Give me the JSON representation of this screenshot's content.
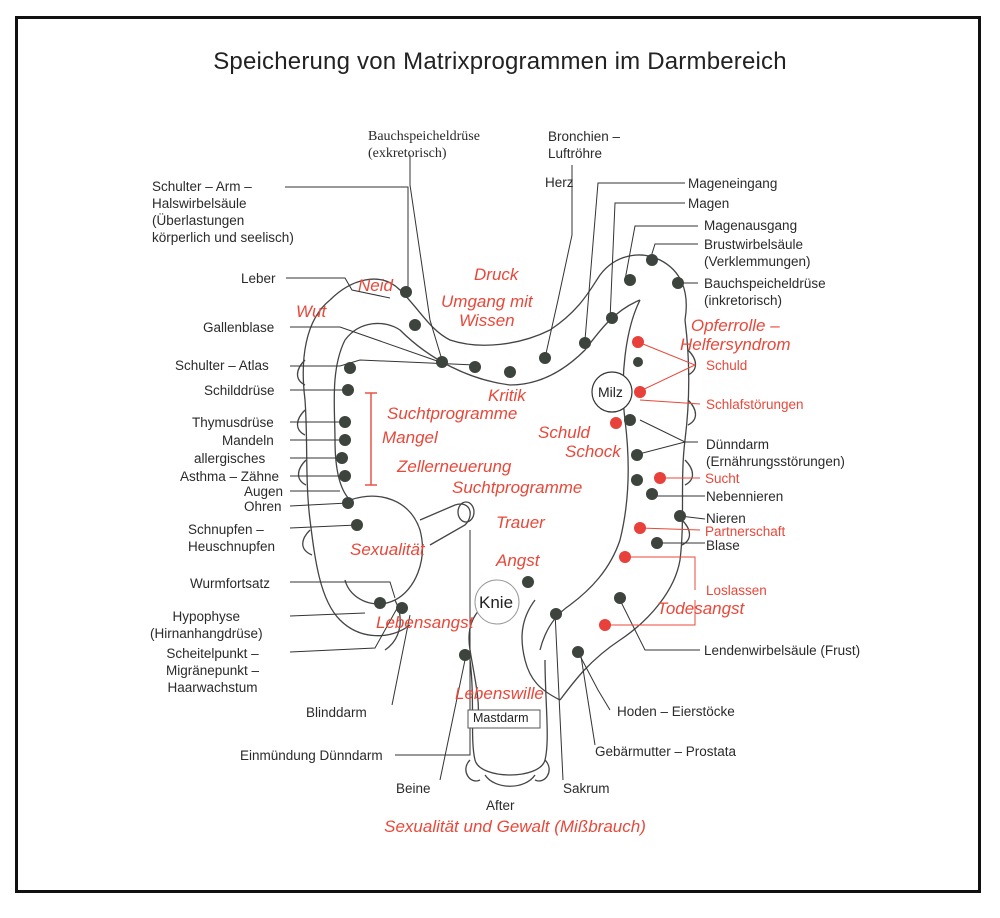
{
  "title": "Speicherung von Matrixprogrammen im Darmbereich",
  "labels": {
    "pankreas_exkr": "Bauchspeicheldrüse\n(exkretorisch)",
    "bronchien": "Bronchien –\nLuftröhre",
    "herz": "Herz",
    "mageneingang": "Mageneingang",
    "magen": "Magen",
    "magenausgang": "Magenausgang",
    "brustwirbel": "Brustwirbelsäule\n(Verklemmungen)",
    "pankreas_inkr": "Bauchspeicheldrüse\n(inkretorisch)",
    "schulter_arm": "Schulter – Arm –\nHalswirbelsäule\n(Überlastungen\nkörperlich und seelisch)",
    "leber": "Leber",
    "gallenblase": "Gallenblase",
    "schulter_atlas": "Schulter – Atlas",
    "schilddruese": "Schilddrüse",
    "thymus": "Thymusdrüse",
    "mandeln": "Mandeln",
    "allergisches": "allergisches",
    "asthma": "Asthma – Zähne",
    "augen": "Augen",
    "ohren": "Ohren",
    "schnupfen": "Schnupfen –\nHeuschnupfen",
    "wurmfortsatz": "Wurmfortsatz",
    "hypophyse": "Hypophyse\n(Hirnanhangdrüse)",
    "scheitelpunkt": "Scheitelpunkt –\nMigränepunkt –\nHaarwachstum",
    "blinddarm": "Blinddarm",
    "einmuendung": "Einmündung Dünndarm",
    "beine": "Beine",
    "after": "After",
    "sakrum": "Sakrum",
    "gebaermutter": "Gebärmutter – Prostata",
    "hoden": "Hoden – Eierstöcke",
    "lendenwirbel": "Lendenwirbelsäule (Frust)",
    "blase": "Blase",
    "nieren": "Nieren",
    "nebennieren": "Nebennieren",
    "duenndarm": "Dünndarm\n(Ernährungsstörungen)",
    "milz": "Milz",
    "knie": "Knie",
    "mastdarm": "Mastdarm"
  },
  "emotions": {
    "neid": "Neid",
    "wut": "Wut",
    "druck": "Druck",
    "umgang": "Umgang mit\nWissen",
    "kritik": "Kritik",
    "opferrolle": "Opferrolle –\nHelfersyndrom",
    "schuld_small": "Schuld",
    "schlafstoerungen": "Schlafstörungen",
    "suchtprogramme1": "Suchtprogramme",
    "mangel": "Mangel",
    "schuld": "Schuld",
    "schock": "Schock",
    "zellerneuerung": "Zellerneuerung",
    "suchtprogramme2": "Suchtprogramme",
    "sucht": "Sucht",
    "partnerschaft": "Partnerschaft",
    "trauer": "Trauer",
    "sexualitaet": "Sexualität",
    "angst": "Angst",
    "loslassen": "Loslassen",
    "todesangst": "Todesangst",
    "lebensangst": "Lebensangst",
    "lebenswille": "Lebenswille",
    "footer": "Sexualität und Gewalt (Mißbrauch)"
  },
  "colors": {
    "emotion": "#e8483a",
    "point": "#3d443d",
    "red_point": "#e8403a",
    "line": "#333333"
  }
}
